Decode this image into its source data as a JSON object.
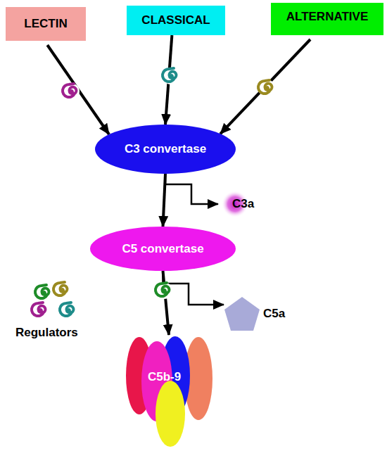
{
  "diagram": {
    "nodes": [
      {
        "text": [
          "LECTIN"
        ]
      },
      {
        "text": [
          "CLASSICAL"
        ]
      },
      {
        "text": [
          "ALTERNATIVE"
        ]
      },
      {
        "text": [
          "C3 convertase"
        ]
      },
      {
        "text": [
          "C3a"
        ]
      },
      {
        "text": [
          "C5 convertase"
        ]
      },
      {
        "text": [
          "C5a"
        ]
      },
      {
        "text": [
          "C5b-9"
        ]
      }
    ],
    "edges": [
      {
        "from": 0,
        "to": 3,
        "arrow": "to"
      },
      {
        "from": 1,
        "to": 3,
        "arrow": "to"
      },
      {
        "from": 2,
        "to": 3,
        "arrow": "to"
      },
      {
        "from": 3,
        "to": 5,
        "arrow": "to"
      },
      {
        "from": 3,
        "to": 4,
        "arrow": "to"
      },
      {
        "from": 5,
        "to": 7,
        "arrow": "to"
      },
      {
        "from": 5,
        "to": 6,
        "arrow": "to"
      }
    ],
    "labels": [
      "Regulators"
    ]
  }
}
